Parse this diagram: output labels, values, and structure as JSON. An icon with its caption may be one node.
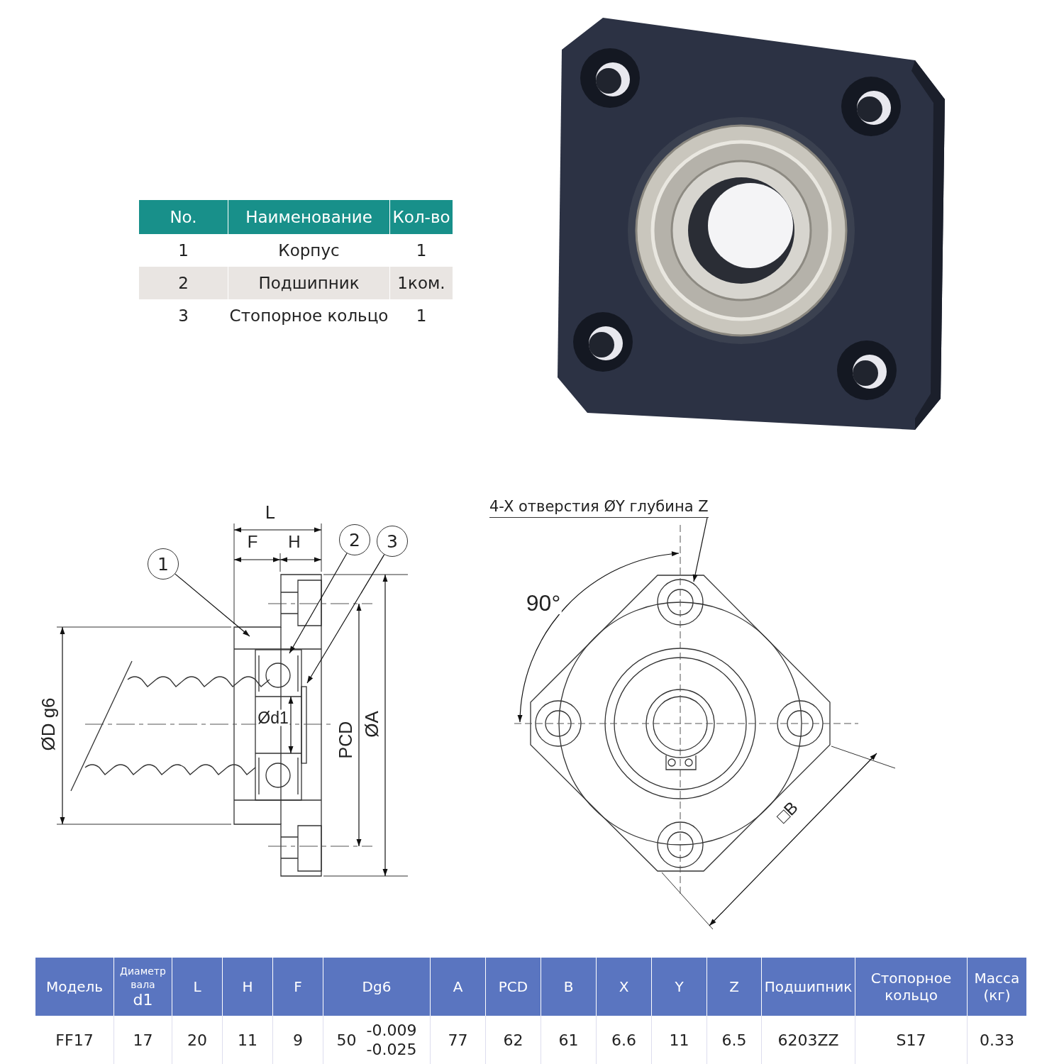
{
  "diagram": {
    "nodes": [
      {
        "text": [
          "1"
        ]
      },
      {
        "text": [
          "2"
        ]
      },
      {
        "text": [
          "3"
        ]
      },
      {
        "text": [
          "4-X отверстия ØY глубина Z"
        ]
      },
      {
        "text": [],
        "shape": "picture"
      },
      {
        "text": [],
        "shape": "picture",
        "in": 4
      },
      {
        "text": [],
        "shape": "box",
        "in": 4
      },
      {
        "text": [],
        "shape": "circle"
      }
    ],
    "edges": [
      {
        "from": 0,
        "to": 4,
        "arrow": "to"
      },
      {
        "from": 1,
        "to": 5,
        "arrow": "to"
      },
      {
        "from": 2,
        "to": 6,
        "arrow": "to"
      },
      {
        "from": 3,
        "to": 7,
        "arrow": "to"
      }
    ],
    "labels": [
      "L",
      "F",
      "H",
      "ØD g6",
      "Ød1",
      "PCD",
      "ØA",
      "90°",
      "□B",
      "No.",
      "Наименование",
      "Кол-во",
      "1",
      "Корпус",
      "1",
      "2",
      "Подшипник",
      "1ком.",
      "3",
      "Стопорное кольцо",
      "1",
      "Модель",
      "Диаметр вала",
      "d1",
      "L",
      "H",
      "F",
      "Dg6",
      "A",
      "PCD",
      "B",
      "X",
      "Y",
      "Z",
      "Подшипник",
      "Стопорное кольцо",
      "Масса (кг)",
      "FF17",
      "17",
      "20",
      "11",
      "9",
      "50",
      "-0.009",
      "-0.025",
      "77",
      "62",
      "61",
      "6.6",
      "11",
      "6.5",
      "6203ZZ",
      "S17",
      "0.33"
    ]
  }
}
